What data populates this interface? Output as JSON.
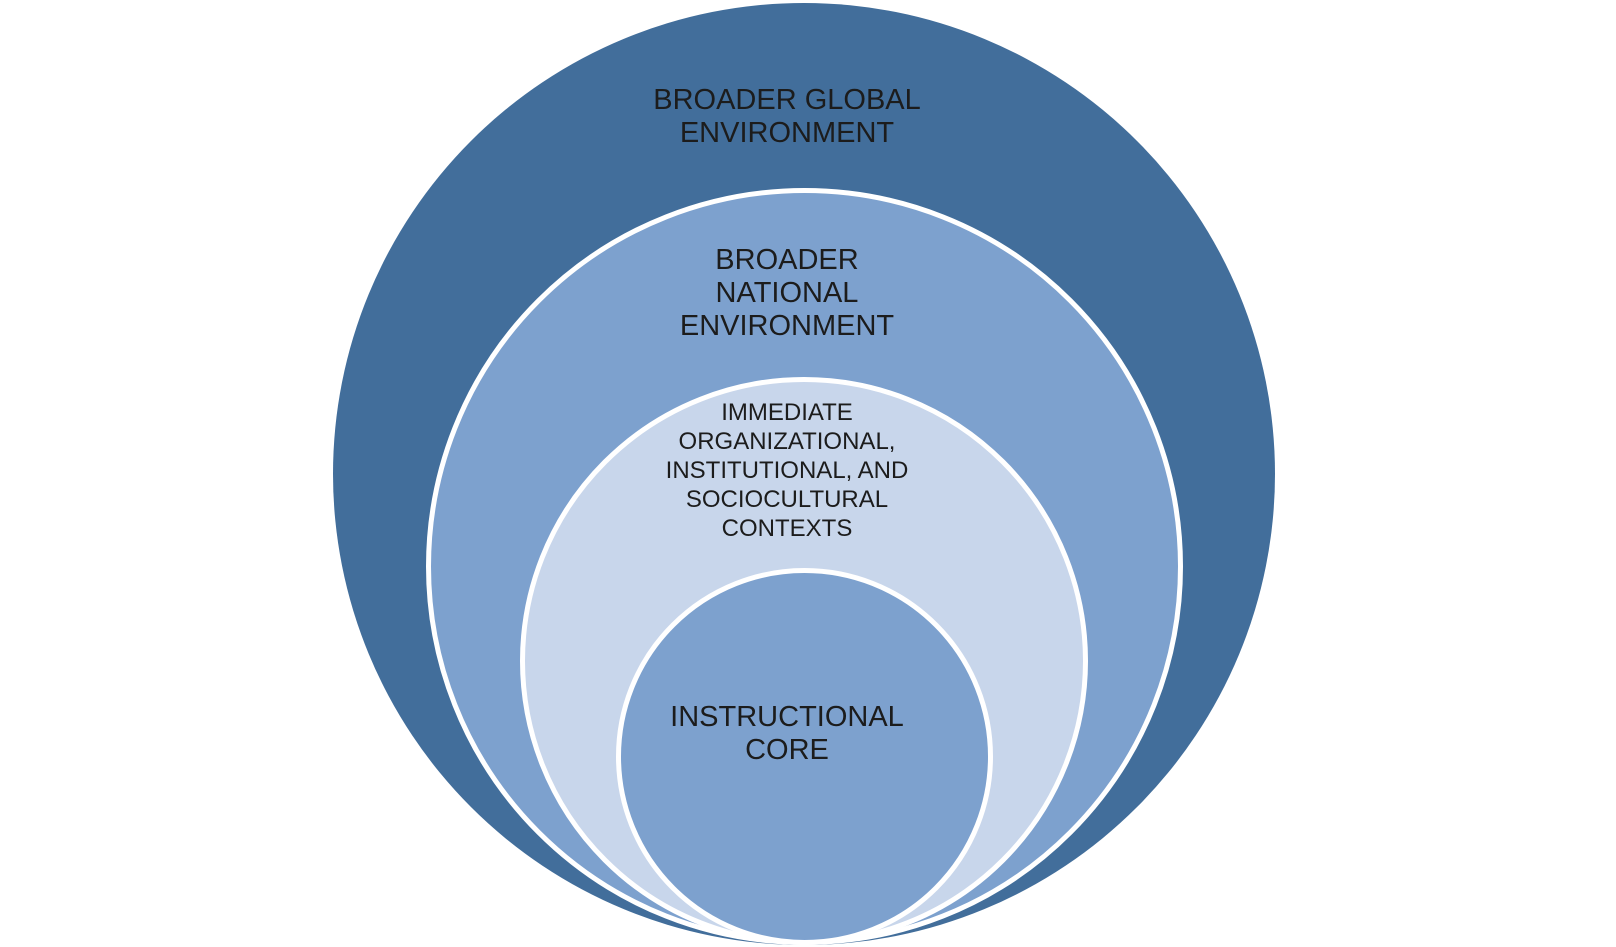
{
  "diagram": {
    "type": "nested-circles",
    "background": "#FFFFFF",
    "border_color": "#FFFFFF",
    "text_color": "#1C1C1C",
    "rings": [
      {
        "id": "broader-global-environment",
        "label": "BROADER GLOBAL ENVIRONMENT",
        "lines": [
          "BROADER GLOBAL",
          "ENVIRONMENT"
        ],
        "fill": "#426E9B"
      },
      {
        "id": "broader-national-environment",
        "label": "BROADER NATIONAL ENVIRONMENT",
        "lines": [
          "BROADER",
          "NATIONAL",
          "ENVIRONMENT"
        ],
        "fill": "#7DA1CE"
      },
      {
        "id": "immediate-organizational-institutional-sociocultural-contexts",
        "label": "IMMEDIATE ORGANIZATIONAL, INSTITUTIONAL, AND SOCIOCULTURAL CONTEXTS",
        "lines": [
          "IMMEDIATE",
          "ORGANIZATIONAL,",
          "INSTITUTIONAL, AND",
          "SOCIOCULTURAL",
          "CONTEXTS"
        ],
        "fill": "#C8D6EB"
      },
      {
        "id": "instructional-core",
        "label": "INSTRUCTIONAL CORE",
        "lines": [
          "INSTRUCTIONAL",
          "CORE"
        ],
        "fill": "#7DA1CE"
      }
    ]
  }
}
